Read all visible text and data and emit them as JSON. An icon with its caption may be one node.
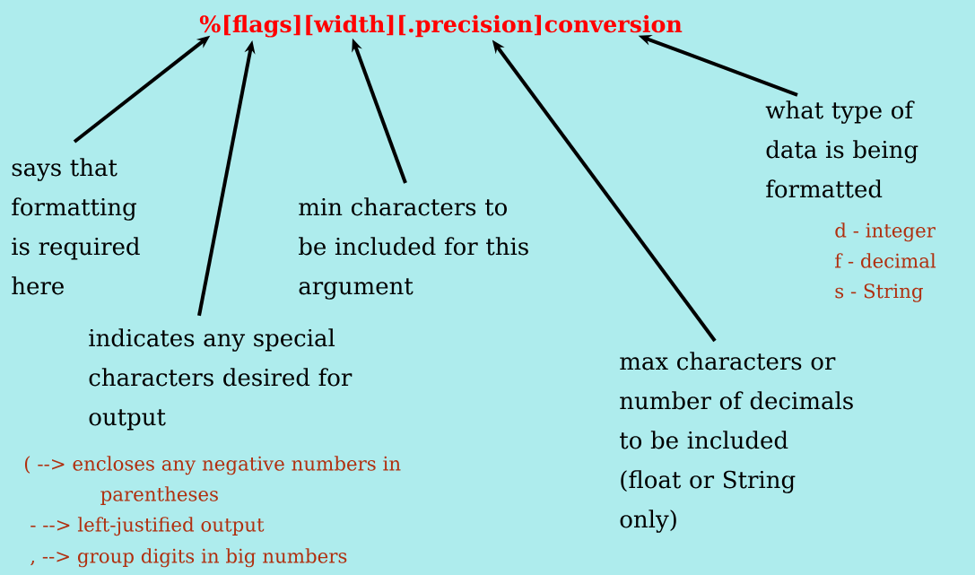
{
  "diagram": {
    "nodes": [
      {
        "text": [
          "%"
        ]
      },
      {
        "text": [
          "[flags]"
        ]
      },
      {
        "text": [
          "[width]"
        ]
      },
      {
        "text": [
          "[.precision]"
        ]
      },
      {
        "text": [
          "conversion"
        ]
      },
      {
        "text": [
          "says that formatting is required here"
        ]
      },
      {
        "text": [
          "indicates any special characters desired for output"
        ]
      },
      {
        "text": [
          "min characters to be included for this argument"
        ]
      },
      {
        "text": [
          "max characters or number of decimals to be included (float or String only)"
        ]
      },
      {
        "text": [
          "what type of data is being formatted"
        ]
      }
    ],
    "edges": [
      {
        "from": 5,
        "to": 0,
        "arrow": "to"
      },
      {
        "from": 6,
        "to": 1,
        "arrow": "to"
      },
      {
        "from": 7,
        "to": 2,
        "arrow": "to"
      },
      {
        "from": 8,
        "to": 3,
        "arrow": "to"
      },
      {
        "from": 9,
        "to": 4,
        "arrow": "to"
      }
    ],
    "labels": [
      "(   --> encloses any negative numbers in parentheses",
      "-  --> left-justified output",
      ",  --> group digits in big numbers",
      "d - integer",
      "f - decimal",
      "s - String"
    ]
  }
}
